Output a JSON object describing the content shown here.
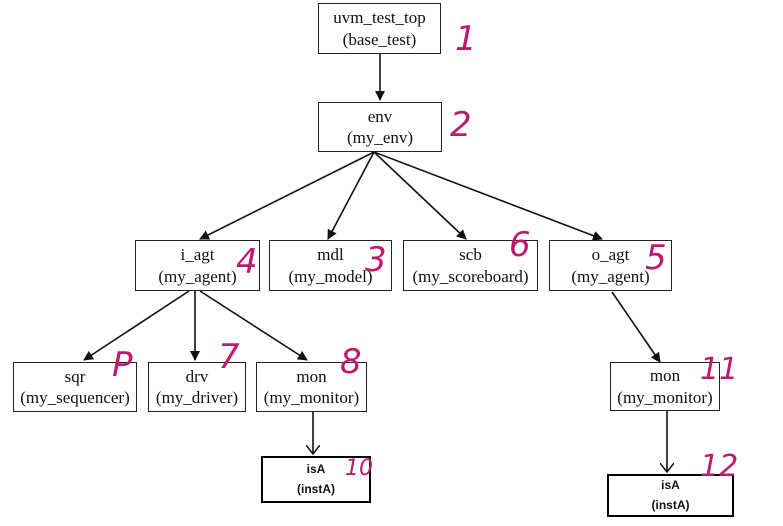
{
  "nodes": {
    "top": {
      "name": "uvm_test_top",
      "type": "(base_test)",
      "num": "1"
    },
    "env": {
      "name": "env",
      "type": "(my_env)",
      "num": "2"
    },
    "iagt": {
      "name": "i_agt",
      "type": "(my_agent)",
      "num": "4"
    },
    "mdl": {
      "name": "mdl",
      "type": "(my_model)",
      "num": "3"
    },
    "scb": {
      "name": "scb",
      "type": "(my_scoreboard)",
      "num": "6"
    },
    "oagt": {
      "name": "o_agt",
      "type": "(my_agent)",
      "num": "5"
    },
    "sqr": {
      "name": "sqr",
      "type": "(my_sequencer)",
      "num": "P"
    },
    "drv": {
      "name": "drv",
      "type": "(my_driver)",
      "num": "7"
    },
    "mon1": {
      "name": "mon",
      "type": "(my_monitor)",
      "num": "8"
    },
    "mon2": {
      "name": "mon",
      "type": "(my_monitor)",
      "num": "11"
    },
    "isa1": {
      "name": "isA",
      "type": "(instA)",
      "num": "10"
    },
    "isa2": {
      "name": "isA",
      "type": "(instA)",
      "num": "12"
    }
  },
  "colors": {
    "annotation": "#c0186e",
    "line": "#111111"
  }
}
